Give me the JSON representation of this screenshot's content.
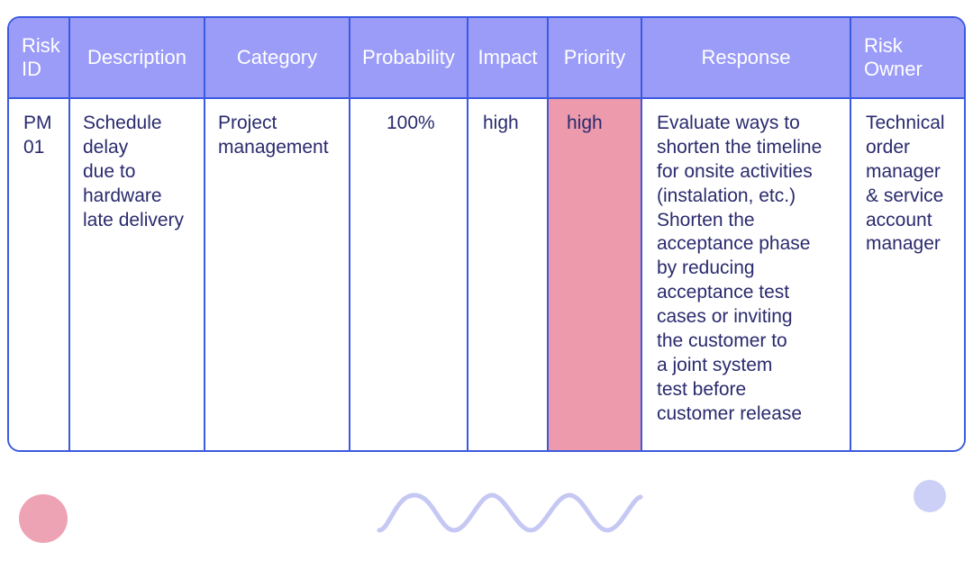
{
  "table": {
    "name": "risk-register",
    "columns": [
      {
        "key": "risk_id",
        "label": "Risk\nID"
      },
      {
        "key": "description",
        "label": "Description"
      },
      {
        "key": "category",
        "label": "Category"
      },
      {
        "key": "probability",
        "label": "Probability"
      },
      {
        "key": "impact",
        "label": "Impact"
      },
      {
        "key": "priority",
        "label": "Priority"
      },
      {
        "key": "response",
        "label": "Response"
      },
      {
        "key": "risk_owner",
        "label": "Risk\nOwner"
      }
    ],
    "rows": [
      {
        "risk_id": "PM\n01",
        "description": "Schedule\ndelay\ndue to\nhardware\nlate delivery",
        "category": "Project\nmanagement",
        "probability": "100%",
        "impact": "high",
        "priority": "high",
        "priority_highlight": "#ec9aac",
        "response": "Evaluate ways to\nshorten the timeline\nfor onsite activities\n(instalation, etc.)\nShorten the\nacceptance phase\nby reducing\nacceptance test\ncases or inviting\nthe customer to\na joint system\ntest before\ncustomer release",
        "risk_owner": "Technical\norder\nmanager\n& service\naccount\nmanager"
      }
    ]
  },
  "colors": {
    "header_background": "#9b9cf8",
    "header_text": "#ffffff",
    "border": "#3c5ae0",
    "body_text": "#2a2a6e",
    "priority_high_fill": "#ec9aac",
    "decoration_pink": "#eda3b3",
    "decoration_lavender": "#ccd0f7",
    "decoration_wave": "#c6c8f4",
    "page_background": "#ffffff"
  },
  "decorations": [
    {
      "name": "pink-circle",
      "shape": "circle",
      "color": "#eda3b3"
    },
    {
      "name": "wavy-line",
      "shape": "wave",
      "color": "#c6c8f4"
    },
    {
      "name": "lavender-circle",
      "shape": "circle",
      "color": "#ccd0f7"
    }
  ]
}
